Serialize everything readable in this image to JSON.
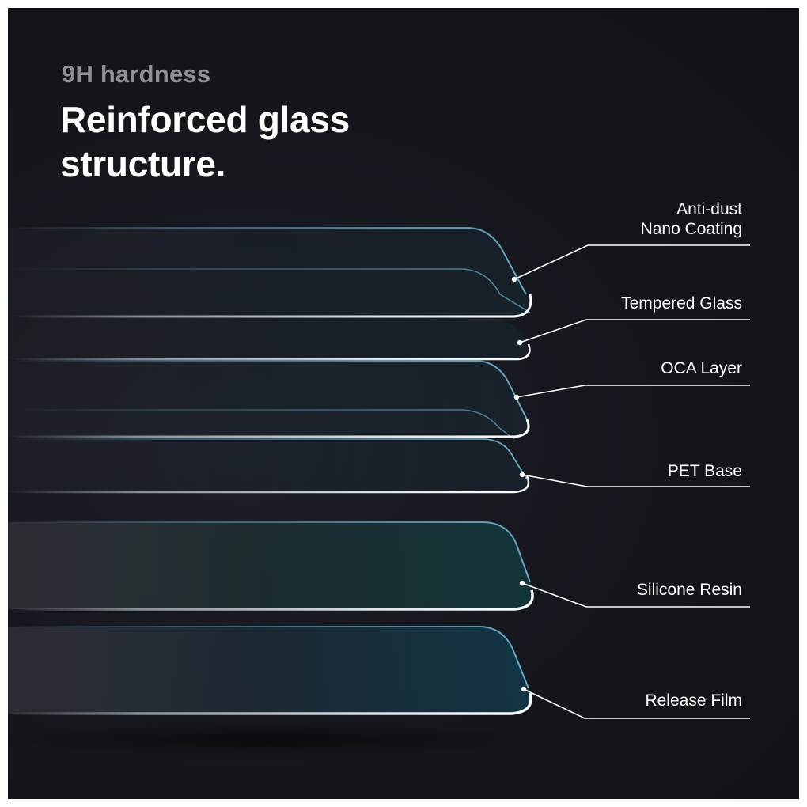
{
  "header": {
    "subtitle": "9H hardness",
    "title_line1": "Reinforced glass",
    "title_line2": "structure."
  },
  "layers": [
    {
      "id": "anti-dust",
      "label_lines": [
        "Anti-dust",
        "Nano Coating"
      ]
    },
    {
      "id": "tempered-glass",
      "label_lines": [
        "Tempered Glass"
      ]
    },
    {
      "id": "oca-layer",
      "label_lines": [
        "OCA Layer"
      ]
    },
    {
      "id": "pet-base",
      "label_lines": [
        "PET Base"
      ]
    },
    {
      "id": "silicone-resin",
      "label_lines": [
        "Silicone Resin"
      ]
    },
    {
      "id": "release-film",
      "label_lines": [
        "Release Film"
      ]
    }
  ],
  "colors": {
    "background": "#15161c",
    "edge_highlight": "#dfe7ee",
    "edge_cyan": "#4f9fc4",
    "edge_purple": "#8b5cf6",
    "text": "#ffffff",
    "subtitle": "#8e9094"
  }
}
